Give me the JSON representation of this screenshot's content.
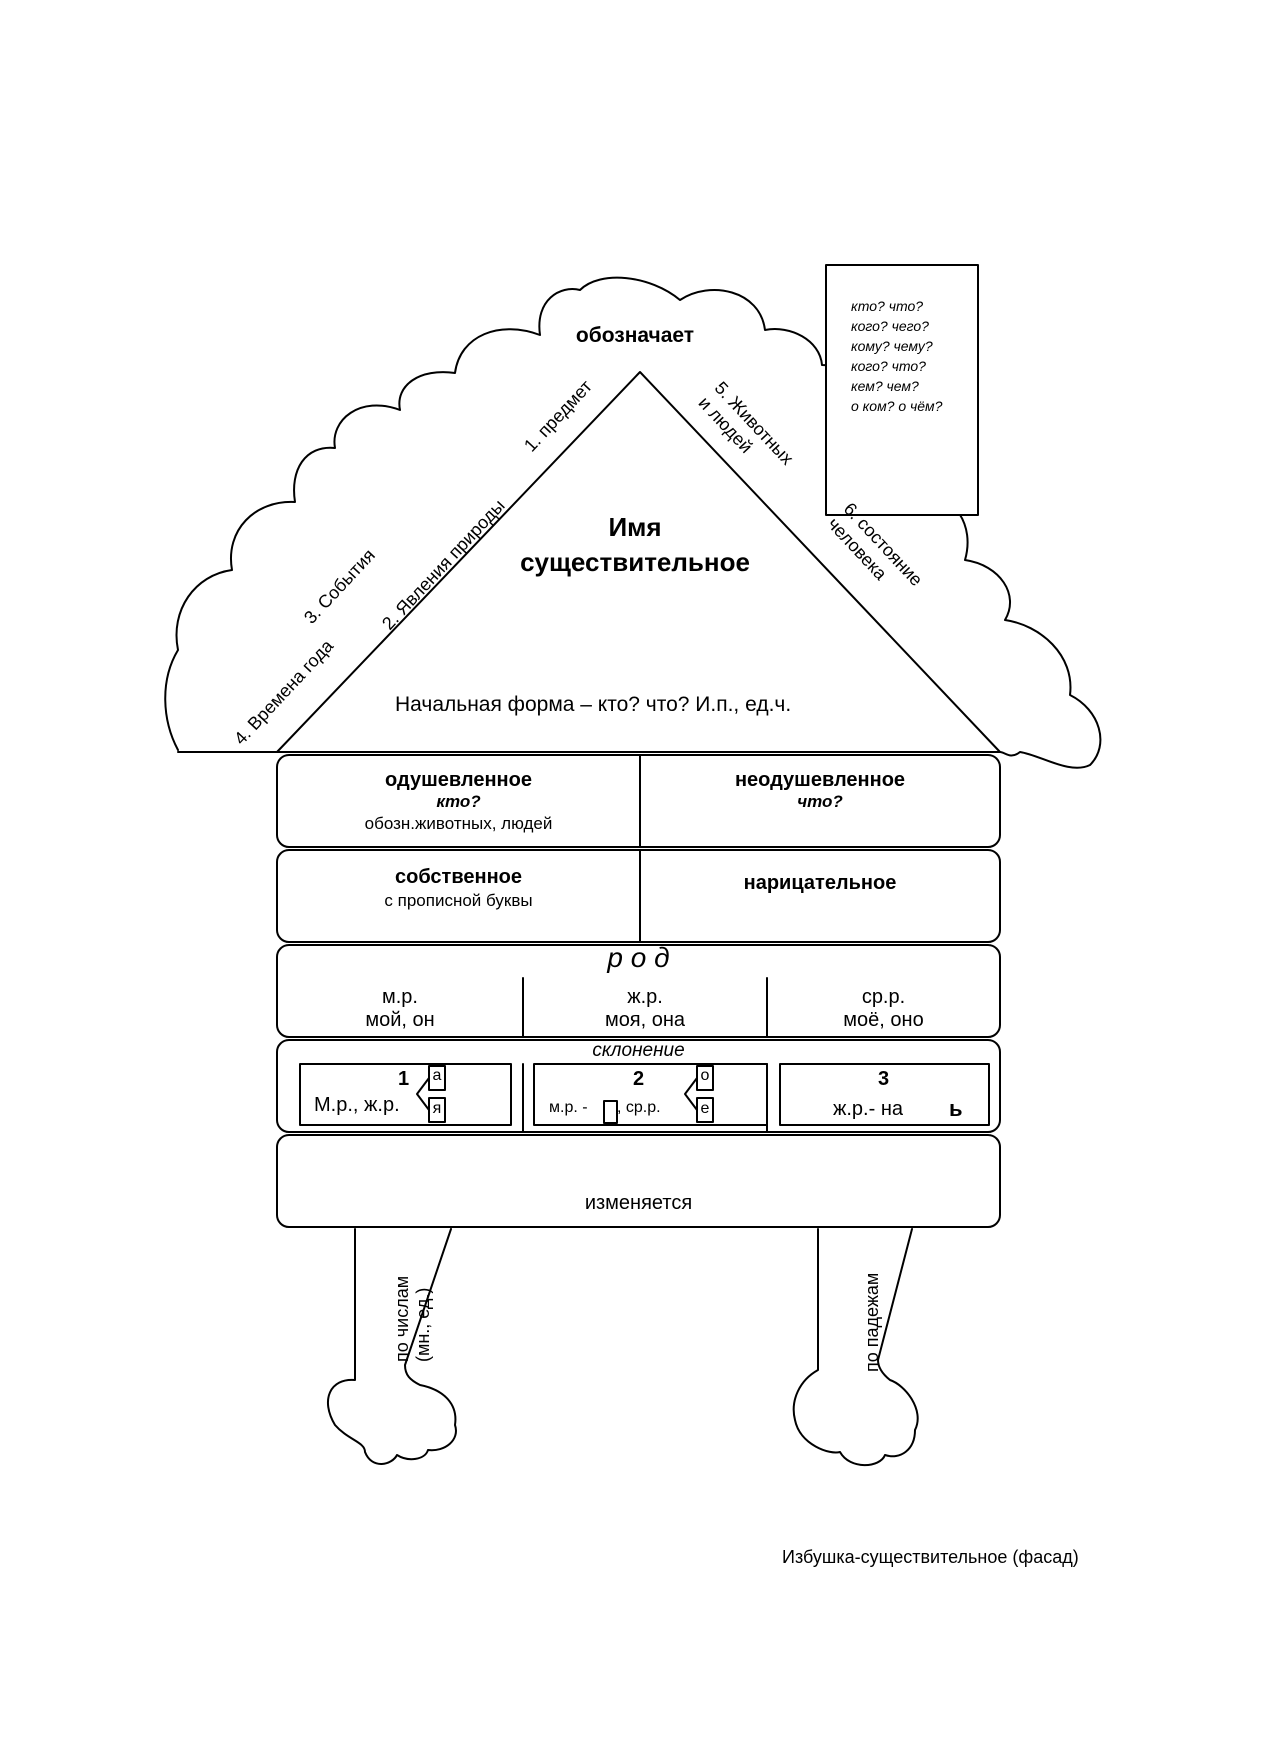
{
  "roof": {
    "cloud_label": "обозначает",
    "title_line1": "Имя",
    "title_line2": "существительное",
    "initial_form": "Начальная форма – кто? что?   И.п.,  ед.ч.",
    "left_items": [
      "1. предмет",
      "2. Явления природы",
      "3. События",
      "4. Времена года"
    ],
    "right_items": [
      {
        "line1": "5. Животных",
        "line2": "и людей"
      },
      {
        "line1": "6. состояние",
        "line2": "человека"
      }
    ]
  },
  "chimney": {
    "questions": [
      "кто?  что?",
      "кого?  чего?",
      "кому?  чему?",
      "кого?  что?",
      "кем?  чем?",
      "о ком?  о чём?"
    ]
  },
  "row_animate": {
    "left_title": "одушевленное",
    "left_question": "кто?",
    "left_note": "обозн.животных, людей",
    "right_title": "неодушевленное",
    "right_question": "что?"
  },
  "row_proper": {
    "left_title": "собственное",
    "left_note": "с прописной буквы",
    "right_title": "нарицательное"
  },
  "row_gender": {
    "title": "р о д",
    "cells": [
      {
        "abbr": "м.р.",
        "example": "мой, он"
      },
      {
        "abbr": "ж.р.",
        "example": "моя, она"
      },
      {
        "abbr": "ср.р.",
        "example": "моё, оно"
      }
    ]
  },
  "row_declension": {
    "title": "склонение",
    "d1": {
      "num": "1",
      "text": "М.р., ж.р.",
      "end_top": "а",
      "end_bottom": "я"
    },
    "d2": {
      "num": "2",
      "text_a": "м.р. -",
      "text_b": ",  ср.р.",
      "end_top": "о",
      "end_bottom": "е"
    },
    "d3": {
      "num": "3",
      "text": "ж.р.-  на",
      "end": "ь"
    }
  },
  "row_changes": {
    "label": "изменяется"
  },
  "legs": {
    "left_line1": "по числам",
    "left_line2": "(мн., ед.)",
    "right": "по падежам"
  },
  "caption": "Избушка-существительное (фасад)"
}
